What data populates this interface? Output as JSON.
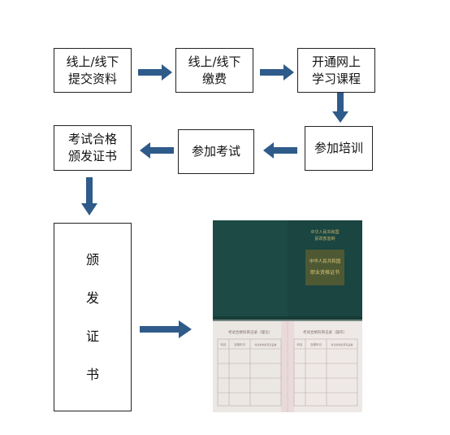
{
  "colors": {
    "arrow": "#2f5b8a",
    "box_border": "#222222",
    "cert_cover": "#1d4a45",
    "cert_page": "#ece7e3"
  },
  "steps": {
    "submit": [
      "线上/线下",
      "提交资料"
    ],
    "pay": [
      "线上/线下",
      "缴费"
    ],
    "course": [
      "开通网上",
      "学习课程"
    ],
    "training": "参加培训",
    "exam": "参加考试",
    "pass": [
      "考试合格",
      "颁发证书"
    ],
    "issue": [
      "颁",
      "发",
      "证",
      "书"
    ]
  },
  "certificate": {
    "cover_text": [
      "中华人民共和国",
      "民政部监制",
      "中华人民共和国",
      "职业资格证书"
    ],
    "left_page_title": "考试合格科目记录（理论）",
    "right_page_title": "考试合格科目记录（操作）",
    "table_headers": [
      "科目",
      "及格年月",
      "考试机构名称及盖章"
    ]
  }
}
